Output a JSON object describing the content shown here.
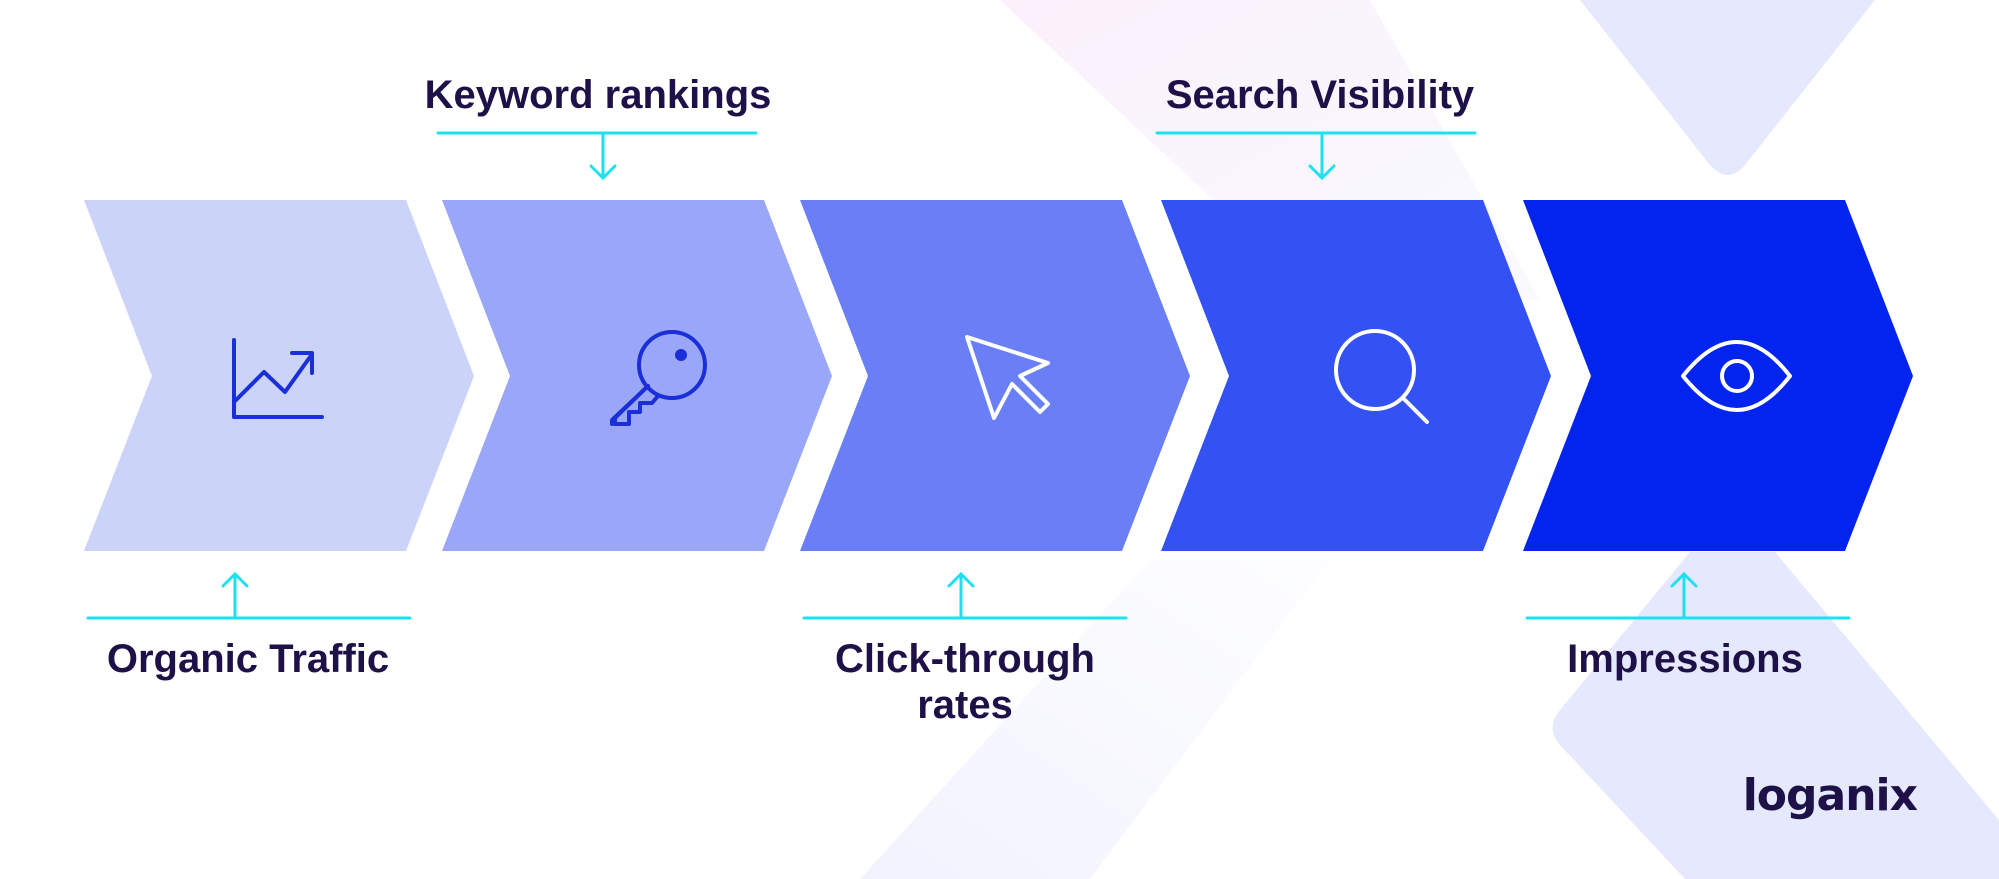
{
  "steps": [
    {
      "label": "Organic Traffic",
      "icon": "trend-chart-icon",
      "color": "#cbd3f8",
      "label_position": "bottom"
    },
    {
      "label": "Keyword rankings",
      "icon": "key-icon",
      "color": "#9aa7f9",
      "label_position": "top"
    },
    {
      "label": "Click-through\nrates",
      "icon": "cursor-icon",
      "color": "#6a7ff5",
      "label_position": "bottom"
    },
    {
      "label": "Search Visibility",
      "icon": "search-icon",
      "color": "#3452f4",
      "label_position": "top"
    },
    {
      "label": "Impressions",
      "icon": "eye-icon",
      "color": "#0224ee",
      "label_position": "bottom"
    }
  ],
  "brand": {
    "logo_text": "loganix"
  },
  "colors": {
    "connector": "#1ee0ef",
    "text": "#1e1148",
    "icon_dark": "#1a2fd8",
    "icon_light": "#ffffff",
    "backdrop": "#e6e8fd"
  }
}
